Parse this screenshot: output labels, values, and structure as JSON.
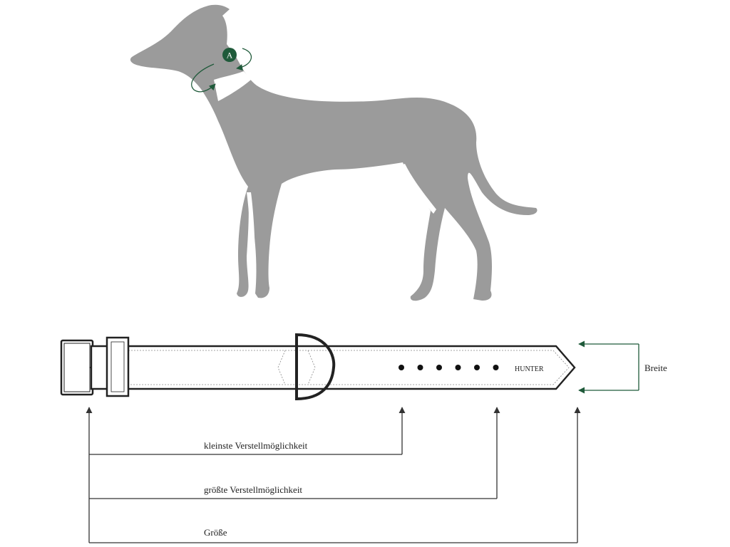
{
  "dog": {
    "marker_letter": "A"
  },
  "collar": {
    "brand": "HUNTER",
    "hole_count": 6
  },
  "measurements": {
    "width_label": "Breite",
    "smallest_label": "kleinste Verstellmöglichkeit",
    "largest_label": "größte Verstellmöglichkeit",
    "size_label": "Größe"
  },
  "colors": {
    "silhouette": "#9b9b9b",
    "accent_green": "#1f5a3a",
    "line": "#333333",
    "collar_outline": "#222222"
  }
}
